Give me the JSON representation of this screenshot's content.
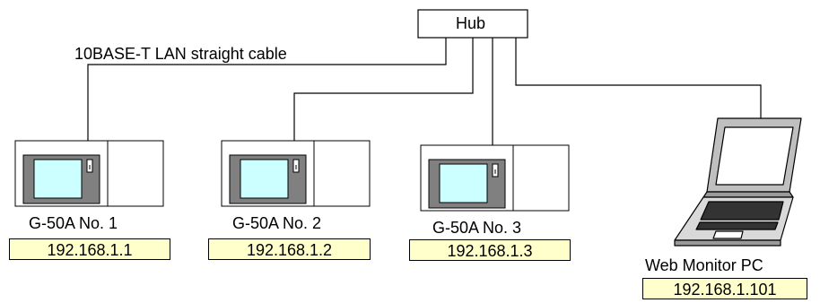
{
  "hub": {
    "label": "Hub"
  },
  "cable": {
    "label": "10BASE-T LAN straight cable"
  },
  "devices": [
    {
      "name": "G-50A No. 1",
      "ip": "192.168.1.1"
    },
    {
      "name": "G-50A No. 2",
      "ip": "192.168.1.2"
    },
    {
      "name": "G-50A No. 3",
      "ip": "192.168.1.3"
    }
  ],
  "pc": {
    "name": "Web Monitor PC",
    "ip": "192.168.1.101"
  },
  "colors": {
    "ip_box_fill": "#ffffcc",
    "screen": "#ccffff",
    "bezel": "#808080",
    "line": "#000000"
  }
}
